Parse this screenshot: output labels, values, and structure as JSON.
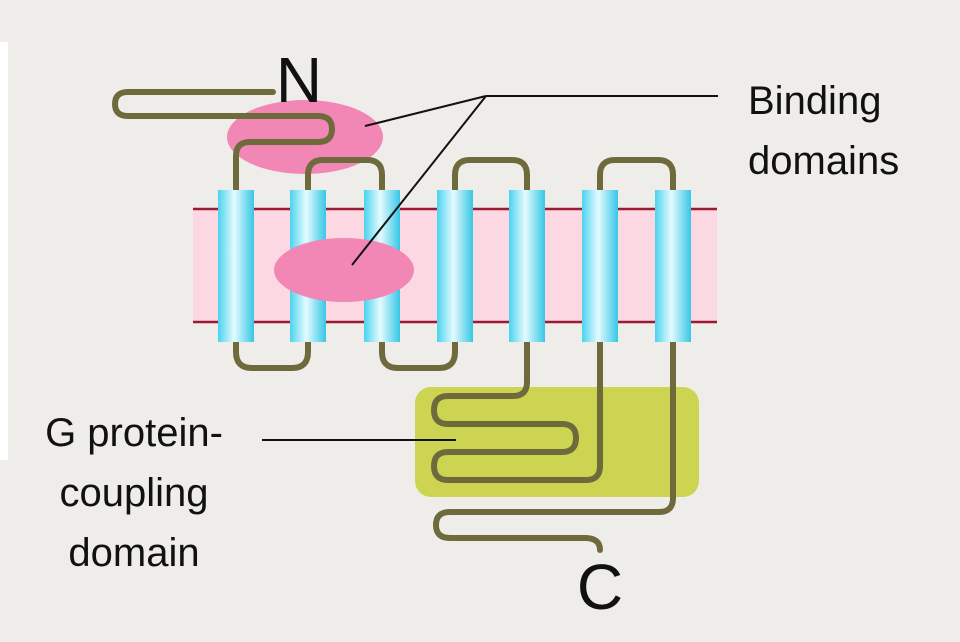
{
  "labels": {
    "n_terminus": "N",
    "c_terminus": "C",
    "binding_line1": "Binding",
    "binding_line2": "domains",
    "gprotein_line1": "G protein-",
    "gprotein_line2": "coupling",
    "gprotein_line3": "domain"
  },
  "colors": {
    "background": "#efede9",
    "membrane_fill": "#fbd8e2",
    "membrane_border": "#9b1b35",
    "helix_light": "#e4fbff",
    "helix_dark": "#4bd3ef",
    "chain": "#6f6a3c",
    "binding_domain": "#f286b4",
    "gprotein_domain": "#cdd452",
    "leader_line": "#111111"
  }
}
